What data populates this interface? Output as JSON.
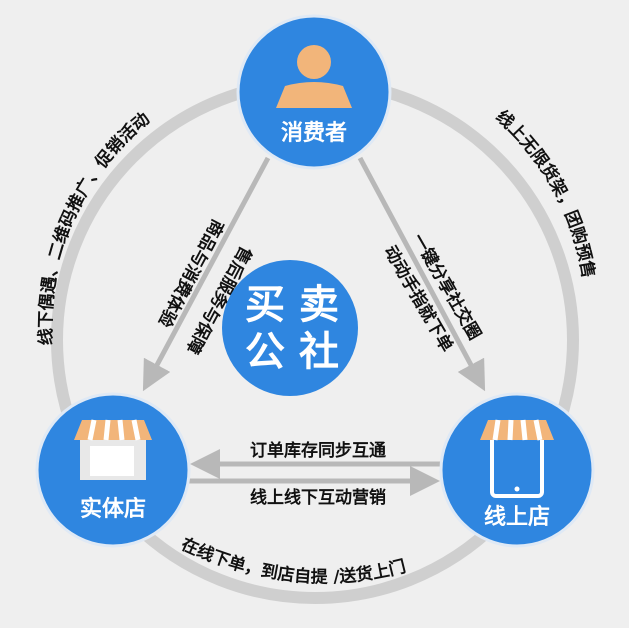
{
  "colors": {
    "background": "#efefef",
    "ring": "#cfcfcf",
    "node": "#2f86e0",
    "awning": "#f2b57a",
    "person": "#f2b57a",
    "arrow": "#b8b8b8"
  },
  "center": {
    "line1": "买 卖",
    "line2": "公 社"
  },
  "nodes": {
    "consumer": "消费者",
    "physical_store": "实体店",
    "online_store": "线上店"
  },
  "arc_labels": {
    "left": "线下偶遇、二维码推广、促销活动",
    "right": "线上无限货架，团购预售",
    "bottom": "在线下单，到店自提 /送货上门"
  },
  "arrow_labels": {
    "left_outer": "商品与消费体验",
    "left_inner": "售后服务与保障",
    "right_outer": "一键分享社交圈",
    "right_inner": "动动手指就下单",
    "top_horizontal": "订单库存同步互通",
    "bottom_horizontal": "线上线下互动营销"
  }
}
